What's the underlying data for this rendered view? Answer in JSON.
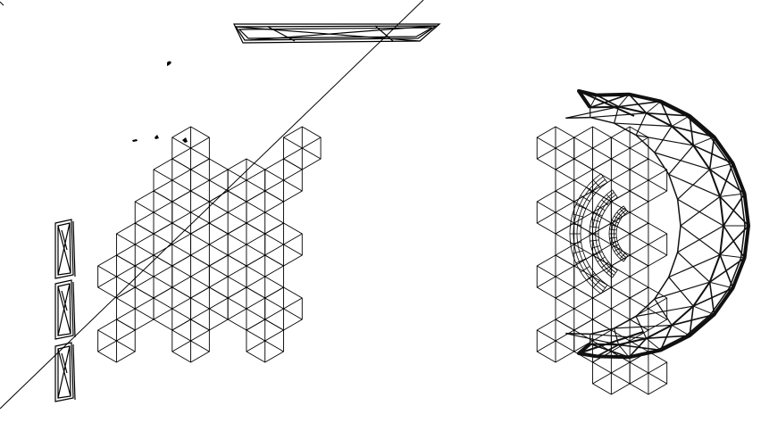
{
  "viewport": {
    "background": "#ffffff",
    "line_color": "#000000",
    "thick_color": "#111111"
  },
  "objects": [
    {
      "id": "diagonal-line",
      "kind": "line"
    },
    {
      "id": "top-frame",
      "kind": "frame"
    },
    {
      "id": "left-panels",
      "kind": "panel-stack",
      "count": 3
    },
    {
      "id": "hex-cluster-left",
      "kind": "hexagon-grid"
    },
    {
      "id": "hex-cluster-right",
      "kind": "hexagon-grid"
    },
    {
      "id": "arc-bands",
      "kind": "arc",
      "count": 3
    },
    {
      "id": "dome-shell",
      "kind": "geodesic-dome"
    },
    {
      "id": "scatter-marks",
      "kind": "points",
      "count": 5
    }
  ]
}
